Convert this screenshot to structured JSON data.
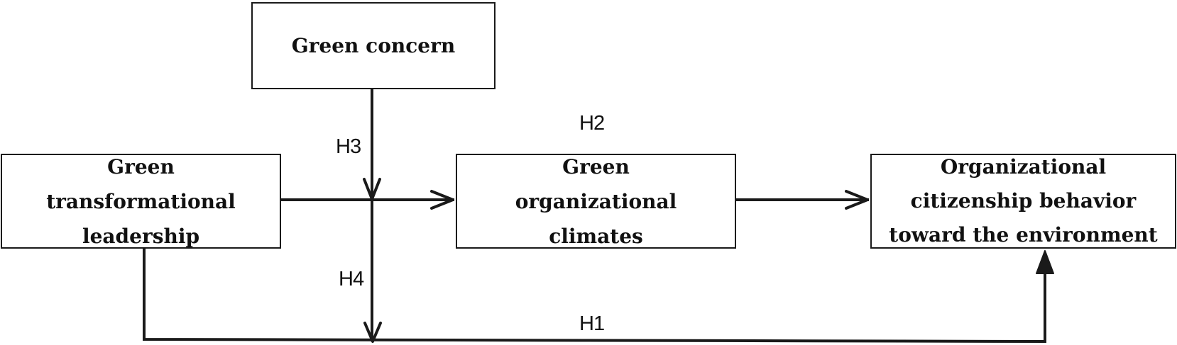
{
  "nodes": {
    "green_concern": "Green concern",
    "green_transformational_leadership": "Green transformational leadership",
    "green_organizational_climates": "Green organizational climates",
    "ocbe": "Organizational citizenship behavior toward the environment"
  },
  "hypotheses": {
    "h1": "H1",
    "h2": "H2",
    "h3": "H3",
    "h4": "H4"
  },
  "colors": {
    "line": "#1a1a1a",
    "text": "#111111",
    "background": "#ffffff"
  }
}
